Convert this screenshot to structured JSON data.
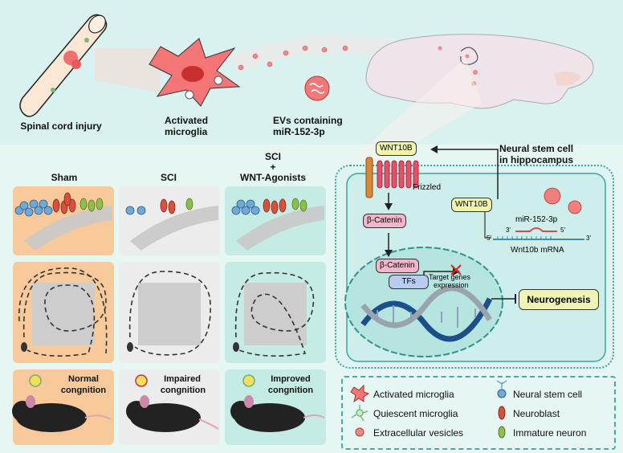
{
  "top": {
    "spinal": "Spinal cord injury",
    "microglia_l1": "Activated",
    "microglia_l2": "microglia",
    "evs_l1": "EVs containing",
    "evs_l2": "miR-152-3p"
  },
  "panels": {
    "sham": "Sham",
    "sci": "SCI",
    "wnt_l1": "SCI",
    "wnt_l2": "+",
    "wnt_l3": "WNT-Agonists",
    "normal_l1": "Normal",
    "normal_l2": "congnition",
    "impaired_l1": "Impaired",
    "impaired_l2": "congnition",
    "improved_l1": "Improved",
    "improved_l2": "congnition"
  },
  "cell": {
    "title_l1": "Neural stem cell",
    "title_l2": "in hippocampus",
    "wnt10b_top": "WNT10B",
    "frizzled": "Frizzled",
    "wnt10b_side": "WNT10B",
    "beta1": "β-Catenin",
    "beta2": "β-Catenin",
    "tfs": "TFs",
    "target_l1": "Target genes",
    "target_l2": "expression",
    "mir": "miR-152-3p",
    "three": "3'",
    "five": "5'",
    "five_mrna": "5'",
    "three_mrna": "3'",
    "mrna": "Wnt10b mRNA",
    "neuro": "Neurogenesis"
  },
  "legend": {
    "activated": "Activated microglia",
    "quiescent": "Quiescent microglia",
    "ev": "Extracellular vesicles",
    "nsc": "Neural stem cell",
    "neuroblast": "Neuroblast",
    "immature": "Immature neuron"
  }
}
